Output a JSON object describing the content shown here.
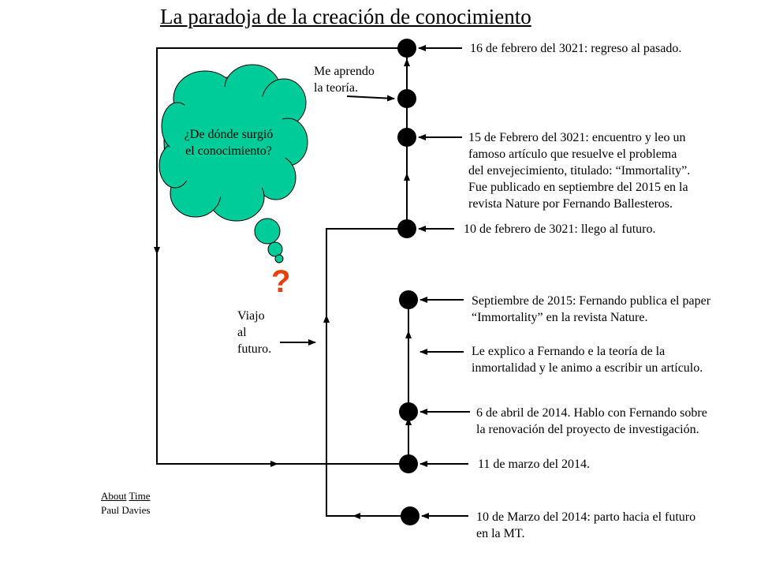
{
  "title": "La paradoja de la creación de conocimiento",
  "cloud_text": [
    "¿De dónde surgió",
    "el conocimiento?"
  ],
  "question_mark": "?",
  "events_future": [
    {
      "id": "feb16",
      "lines": [
        "16 de febrero del 3021: regreso al pasado."
      ]
    },
    {
      "id": "learn",
      "lines": [
        "Me aprendo",
        "la teoría."
      ]
    },
    {
      "id": "feb15",
      "lines": [
        "15 de Febrero del 3021: encuentro y leo un",
        "famoso artículo que resuelve el problema",
        "del envejecimiento, titulado: “Immortality”.",
        "Fue publicado en septiembre del 2015 en la",
        "revista Nature por Fernando Ballesteros."
      ]
    },
    {
      "id": "feb10",
      "lines": [
        "10 de febrero de 3021: llego al futuro."
      ]
    }
  ],
  "events_past": [
    {
      "id": "sep2015",
      "lines": [
        "Septiembre de 2015: Fernando publica el paper",
        "“Immortality” en la revista Nature."
      ]
    },
    {
      "id": "explain",
      "lines": [
        "Le explico a Fernando e la teoría de la",
        "inmortalidad y le animo a escribir un artículo."
      ]
    },
    {
      "id": "apr2014",
      "lines": [
        "6 de abril de 2014. Hablo con Fernando  sobre",
        "la renovación del proyecto de investigación."
      ]
    },
    {
      "id": "mar11",
      "lines": [
        "11 de marzo del 2014."
      ]
    },
    {
      "id": "mar10",
      "lines": [
        "10 de Marzo del 2014: parto hacia el futuro",
        "en la MT."
      ]
    }
  ],
  "travel_label": [
    "Viajo",
    "al",
    "futuro."
  ],
  "credit": {
    "word1": "About",
    "word2": "Time",
    "author": "Paul Davies"
  },
  "colors": {
    "cloud_fill": "#00cc99",
    "question_mark": "#e8400c",
    "lines": "#000000"
  }
}
